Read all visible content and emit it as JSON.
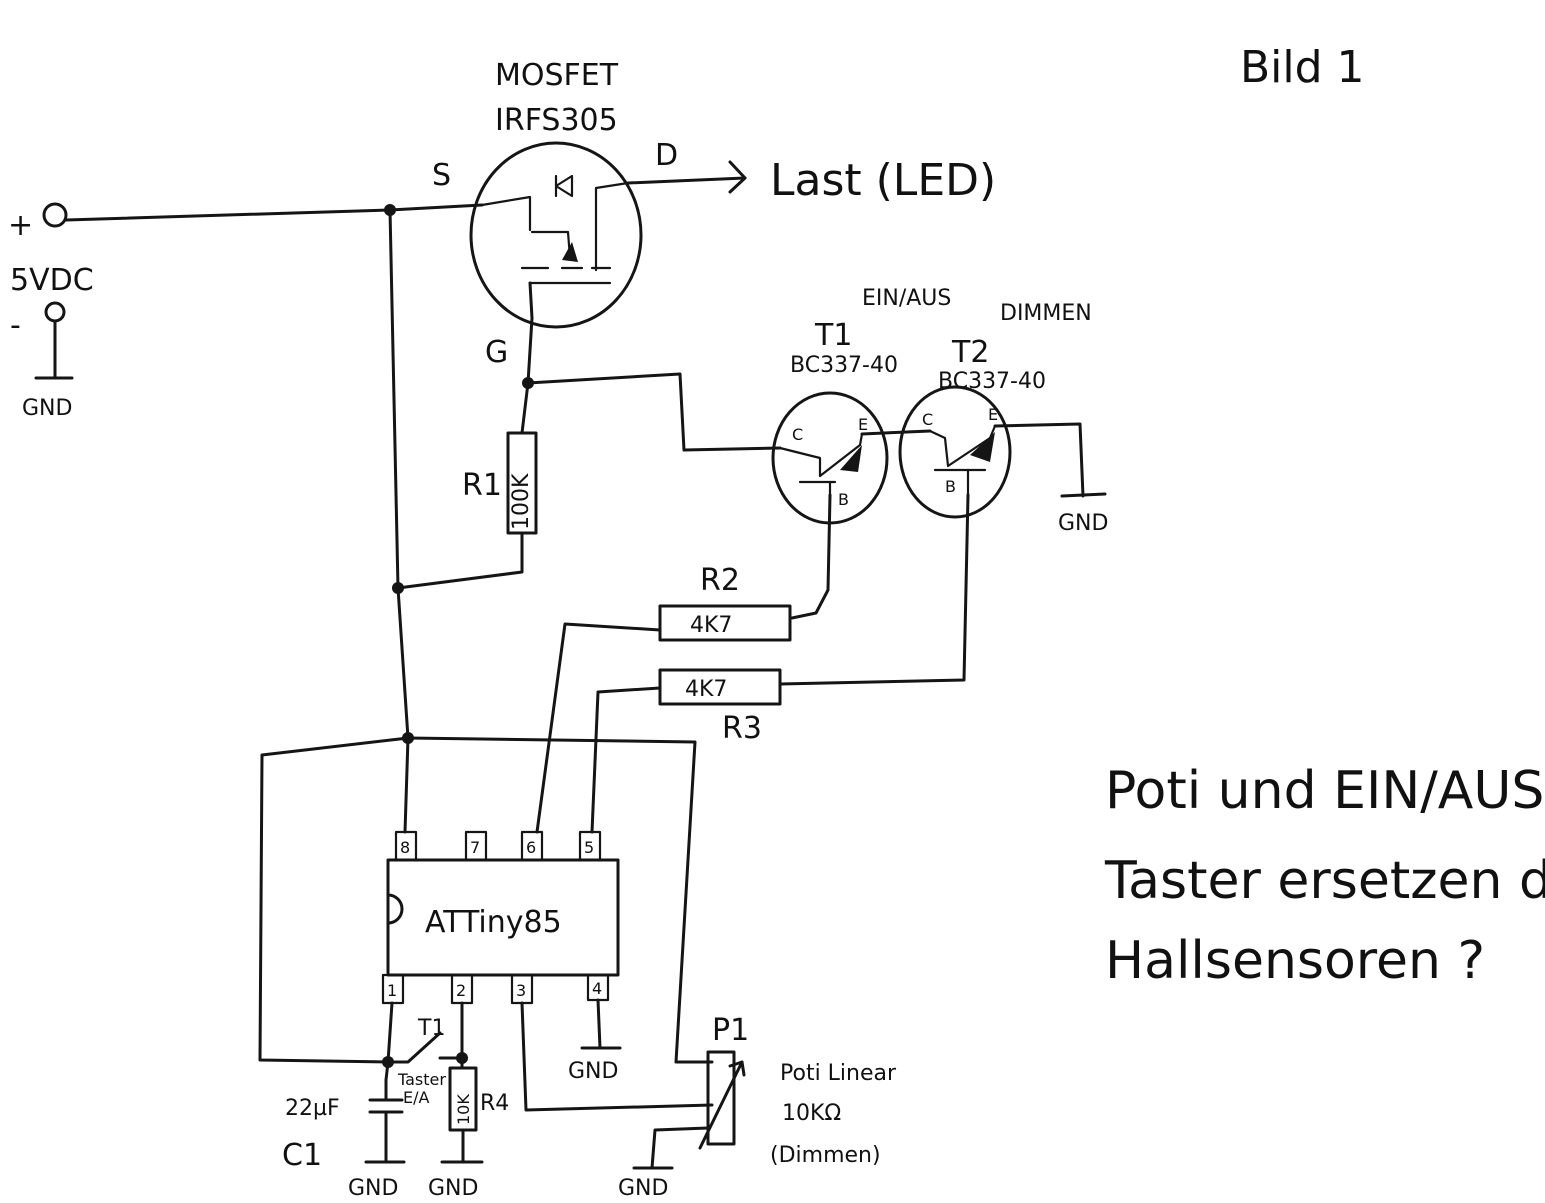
{
  "title": "Bild 1",
  "note": {
    "lines": [
      "Poti und EIN/AUS",
      "Taster ersetzen durch",
      "Hallsensoren ?"
    ]
  },
  "supply": {
    "plus": "+",
    "minus": "-",
    "voltage": "5VDC",
    "gnd": "GND"
  },
  "mosfet": {
    "type": "MOSFET",
    "part": "IRFS305",
    "source": "S",
    "drain": "D",
    "gate": "G"
  },
  "load": "Last (LED)",
  "r1": {
    "name": "R1",
    "value": "100K"
  },
  "t1": {
    "function": "EIN/AUS",
    "name": "T1",
    "part": "BC337-40",
    "c": "C",
    "e": "E",
    "b": "B"
  },
  "t2": {
    "function": "DIMMEN",
    "name": "T2",
    "part": "BC337-40",
    "c": "C",
    "e": "E",
    "b": "B"
  },
  "t2_gnd": "GND",
  "r2": {
    "name": "R2",
    "value": "4K7"
  },
  "r3": {
    "name": "R3",
    "value": "4K7"
  },
  "ic": {
    "name": "ATTiny85",
    "pins": [
      "1",
      "2",
      "3",
      "4",
      "5",
      "6",
      "7",
      "8"
    ]
  },
  "pin4_gnd": "GND",
  "button": {
    "name": "T1",
    "label_line1": "Taster",
    "label_line2": "E/A"
  },
  "r4": {
    "name": "R4",
    "value": "10K"
  },
  "c1": {
    "name": "C1",
    "value": "22µF"
  },
  "c1_gnd": "GND",
  "r4_gnd": "GND",
  "p1": {
    "name": "P1",
    "line1": "Poti Linear",
    "line2": "10KΩ",
    "line3": "(Dimmen)"
  },
  "p1_gnd": "GND"
}
